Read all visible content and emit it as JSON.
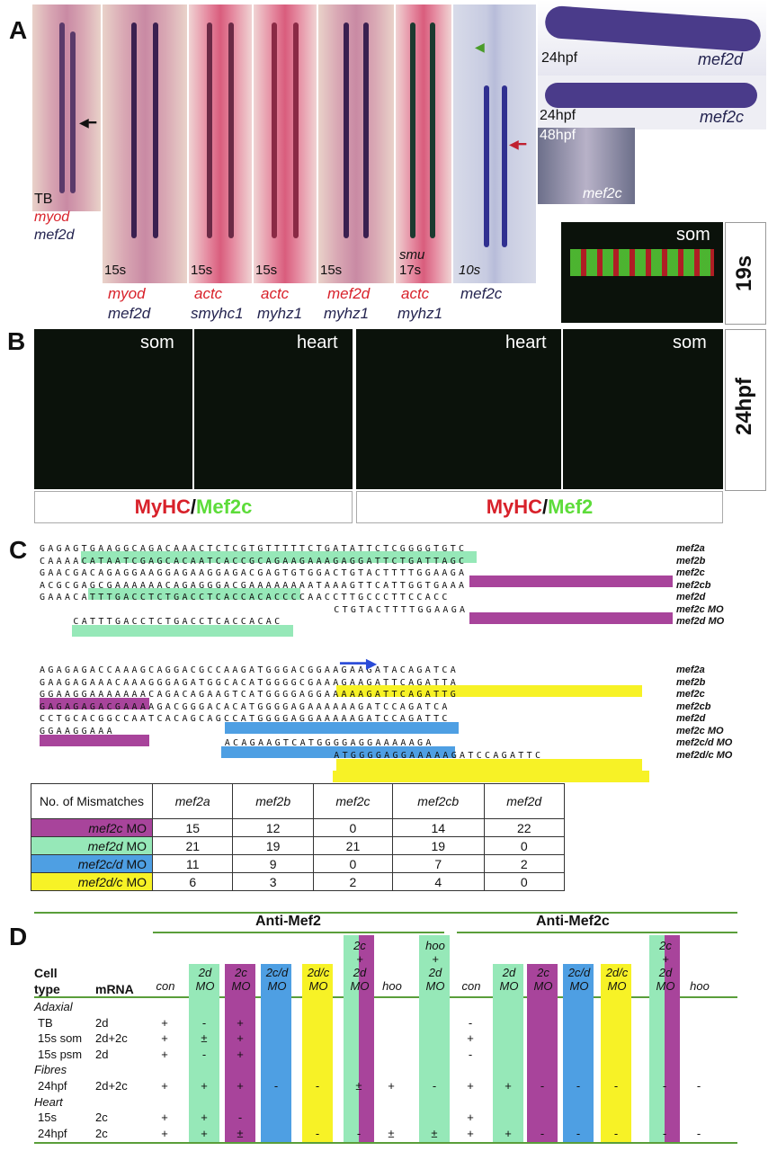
{
  "panelA": {
    "letter": "A",
    "tb": "TB",
    "tb_red": "myod",
    "tb_navy": "mef2d",
    "stages": [
      "15s",
      "15s",
      "15s",
      "15s",
      "17s",
      "10s"
    ],
    "red_labels": [
      "myod",
      "actc",
      "actc",
      "mef2d",
      "actc"
    ],
    "navy_labels": [
      "mef2d",
      "smyhc1",
      "myhz1",
      "myhz1",
      "myhz1",
      "mef2c"
    ],
    "smu": "smu",
    "right_24a_stage": "24hpf",
    "right_24a_gene": "mef2d",
    "right_24b_stage": "24hpf",
    "right_24b_gene": "mef2c",
    "right_48_stage": "48hpf",
    "right_48_gene": "mef2c",
    "som19": "som",
    "side19": "19s"
  },
  "panelB": {
    "letter": "B",
    "labels": [
      "som",
      "heart",
      "heart",
      "som"
    ],
    "side": "24hpf",
    "legend1_red": "MyHC",
    "legend1_sep": "/",
    "legend1_green": "Mef2c",
    "legend2_red": "MyHC",
    "legend2_sep": "/",
    "legend2_green": "Mef2"
  },
  "panelC": {
    "letter": "C",
    "block1": [
      {
        "seq": "GAGAGTGAAGGCAGACAAACTCTCGTGTTTTTCTGATATTCTCGGGGTGTC",
        "label": "mef2a"
      },
      {
        "seq": "CAAAACATAATCGAGCACAATCACCGCAGAAGAAAGAGGATTCTGATTAGC",
        "label": "mef2b"
      },
      {
        "seq": "GAACGACAGAGGAAGGAGAAGGAGACGAGTGTGGACTGTACTTTTGGAAGA",
        "label": "mef2c"
      },
      {
        "seq": "ACGCGAGCGAAAAAACAGAGGGACGAAAAAAAATAAAGTTCATTGGTGAAA",
        "label": "mef2cb"
      },
      {
        "seq": "GAAACATTTGACCTCTGACCTCACCACACCCCAACCTTGCCCTTCCACC",
        "label": "mef2d"
      },
      {
        "seq": "CTGTACTTTTGGAAGA",
        "label": "mef2c MO"
      },
      {
        "seq": "CATTTGACCTCTGACCTCACCACAC",
        "label": "mef2d MO"
      }
    ],
    "block2": [
      {
        "seq": "AGAGAGACCAAAGCAGGACGCCAAGATGGGACGGAAGAAGATACAGATCA",
        "label": "mef2a"
      },
      {
        "seq": "GAAGAGAAACAAAGGGAGATGGCACATGGGGCGAAAGAAGATTCAGATTA",
        "label": "mef2b"
      },
      {
        "seq": "GGAAGGAAAAAAACAGACAGAAGTCATGGGGAGGAAAAAGATTCAGATTG",
        "label": "mef2c"
      },
      {
        "seq": "GAGAGAGACGAAAAGACGGGACACATGGGGAGAAAAAAGATCCAGATCA",
        "label": "mef2cb"
      },
      {
        "seq": "CCTGCACGGCCAATCACAGCAGCCATGGGGAGGAAAAAGATCCAGATTC",
        "label": "mef2d"
      },
      {
        "seq": "GGAAGGAAA",
        "label": "mef2c MO"
      },
      {
        "seq": "ACAGAAGTCATGGGGAGGAAAAAGA",
        "label": "mef2c/d MO"
      },
      {
        "seq": "ATGGGGAGGAAAAAGATCCAGATTC",
        "label": "mef2d/c MO"
      }
    ],
    "table": {
      "corner": "No. of Mismatches",
      "cols": [
        "mef2a",
        "mef2b",
        "mef2c",
        "mef2cb",
        "mef2d"
      ],
      "rows": [
        {
          "name": "mef2c",
          "suffix": "MO",
          "color": "#a8449b",
          "values": [
            "15",
            "12",
            "0",
            "14",
            "22"
          ]
        },
        {
          "name": "mef2d",
          "suffix": "MO",
          "color": "#96e8b8",
          "values": [
            "21",
            "19",
            "21",
            "19",
            "0"
          ]
        },
        {
          "name": "mef2c/d",
          "suffix": "MO",
          "color": "#4e9fe3",
          "values": [
            "11",
            "9",
            "0",
            "7",
            "2"
          ]
        },
        {
          "name": "mef2d/c",
          "suffix": "MO",
          "color": "#f7f226",
          "values": [
            "6",
            "3",
            "2",
            "4",
            "0"
          ]
        }
      ]
    }
  },
  "panelD": {
    "letter": "D",
    "group1": "Anti-Mef2",
    "group2": "Anti-Mef2c",
    "cell_type_l1": "Cell",
    "cell_type_l2": "type",
    "mrna": "mRNA",
    "headers1": [
      "con",
      "2d MO",
      "2c MO",
      "2c/d MO",
      "2d/c MO",
      "2c + 2d MO",
      "hoo",
      "hoo + 2d MO"
    ],
    "headers2": [
      "con",
      "2d MO",
      "2c MO",
      "2c/d MO",
      "2d/c MO",
      "2c + 2d MO",
      "hoo"
    ],
    "rows": [
      {
        "type": "Adaxial",
        "italic": true,
        "mrna": "",
        "v1": [
          "",
          "",
          "",
          "",
          "",
          "",
          "",
          ""
        ],
        "v2": [
          "",
          "",
          "",
          "",
          "",
          "",
          ""
        ]
      },
      {
        "type": "TB",
        "italic": false,
        "mrna": "2d",
        "v1": [
          "+",
          "-",
          "+",
          "",
          "",
          "",
          "",
          ""
        ],
        "v2": [
          "-",
          "",
          "",
          "",
          "",
          "",
          ""
        ]
      },
      {
        "type": "15s som",
        "italic": false,
        "mrna": "2d+2c",
        "v1": [
          "+",
          "±",
          "+",
          "",
          "",
          "",
          "",
          ""
        ],
        "v2": [
          "+",
          "",
          "",
          "",
          "",
          "",
          ""
        ]
      },
      {
        "type": "15s psm",
        "italic": false,
        "mrna": "2d",
        "v1": [
          "+",
          "-",
          "+",
          "",
          "",
          "",
          "",
          ""
        ],
        "v2": [
          "-",
          "",
          "",
          "",
          "",
          "",
          ""
        ]
      },
      {
        "type": "Fibres",
        "italic": true,
        "mrna": "",
        "v1": [
          "",
          "",
          "",
          "",
          "",
          "",
          "",
          ""
        ],
        "v2": [
          "",
          "",
          "",
          "",
          "",
          "",
          ""
        ]
      },
      {
        "type": "24hpf",
        "italic": false,
        "mrna": "2d+2c",
        "v1": [
          "+",
          "+",
          "+",
          "-",
          "-",
          "±",
          "+",
          "-"
        ],
        "v2": [
          "+",
          "+",
          "-",
          "-",
          "-",
          "-",
          "-"
        ]
      },
      {
        "type": "Heart",
        "italic": true,
        "mrna": "",
        "v1": [
          "",
          "",
          "",
          "",
          "",
          "",
          "",
          ""
        ],
        "v2": [
          "",
          "",
          "",
          "",
          "",
          "",
          ""
        ]
      },
      {
        "type": "15s",
        "italic": false,
        "mrna": "2c",
        "v1": [
          "+",
          "+",
          "-",
          "",
          "",
          "",
          "",
          ""
        ],
        "v2": [
          "+",
          "",
          "",
          "",
          "",
          "",
          ""
        ]
      },
      {
        "type": "24hpf",
        "italic": false,
        "mrna": "2c",
        "v1": [
          "+",
          "+",
          "±",
          "",
          "-",
          "-",
          "±",
          "±"
        ],
        "v2": [
          "+",
          "+",
          "-",
          "-",
          "-",
          "-",
          "-"
        ]
      }
    ]
  },
  "colors": {
    "magenta": "#a8449b",
    "green": "#96e8b8",
    "blue": "#4e9fe3",
    "yellow": "#f7f226",
    "red": "#d8212a",
    "fluorGreen": "#5ddc3a"
  }
}
